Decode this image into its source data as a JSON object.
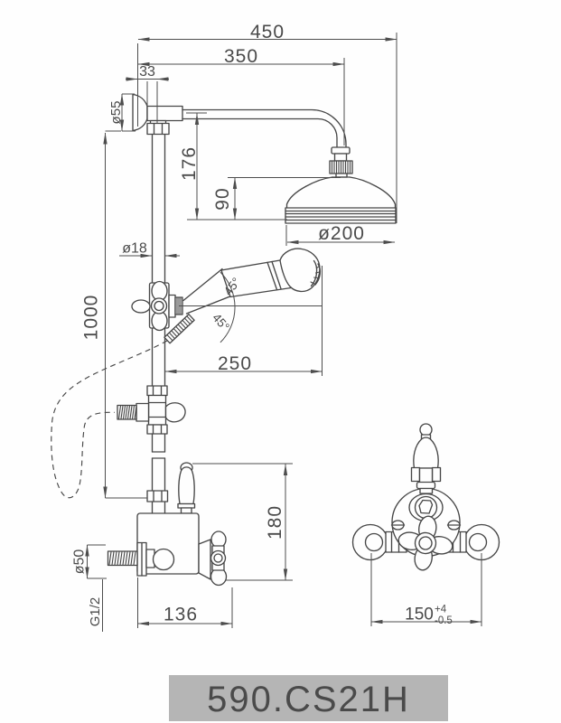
{
  "product_label": {
    "code": "590.CS21H"
  },
  "dimensions": {
    "overall_projection": "450",
    "arm_projection": "350",
    "wall_clearance": "33",
    "wall_flange_diameter": "ø55",
    "arm_to_head_drop": "176",
    "head_height": "90",
    "head_diameter": "ø200",
    "riser_diameter": "ø18",
    "riser_length": "1000",
    "handset_reach": "250",
    "handset_angle_upper": "45°",
    "handset_angle_lower": "45°",
    "valve_assembly_height": "180",
    "inlet_flange_diameter": "ø50",
    "inlet_thread_size": "G1/2",
    "valve_body_width": "136",
    "inlet_centres": "150",
    "inlet_centres_tolerance_plus": "+4",
    "inlet_centres_tolerance_minus": "-0.5"
  },
  "colors": {
    "line": "#474747",
    "dimension_text": "#4a4a4a",
    "label_box_background": "#b5b5b5",
    "label_text": "#4a4a4a",
    "page_background": "#fefefe"
  }
}
